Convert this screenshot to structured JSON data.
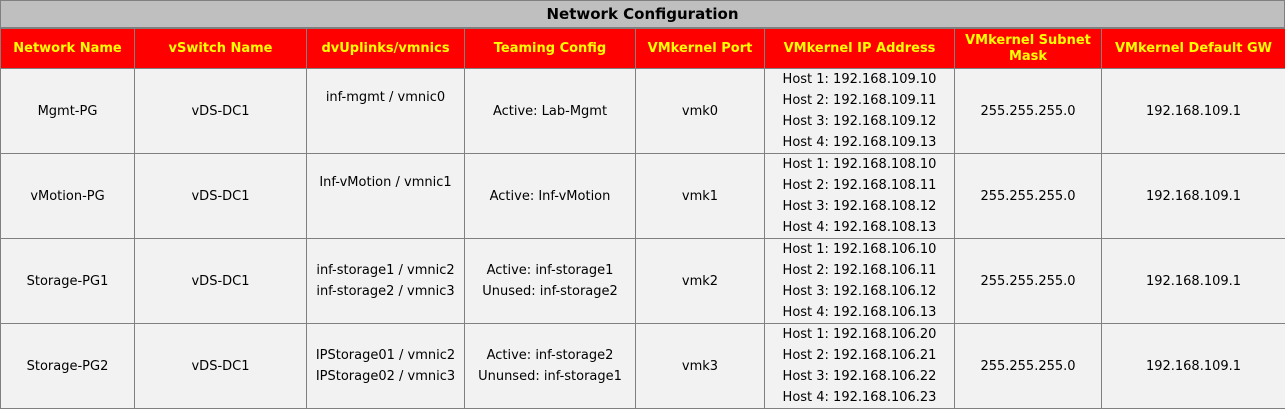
{
  "title": "Network Configuration",
  "headers": [
    "Network Name",
    "vSwitch Name",
    "dvUplinks/vmnics",
    "Teaming Config",
    "VMkernel Port",
    "VMkernel IP Address",
    "VMkernel Subnet Mask",
    "VMkernel Default GW"
  ],
  "rows": [
    {
      "network": "Mgmt-PG",
      "vswitch": "vDS-DC1",
      "uplinks": [
        "inf-mgmt / vmnic0"
      ],
      "teaming": [
        "Active: Lab-Mgmt"
      ],
      "port": "vmk0",
      "ips": [
        "Host 1: 192.168.109.10",
        "Host 2: 192.168.109.11",
        "Host 3: 192.168.109.12",
        "Host 4: 192.168.109.13"
      ],
      "mask": "255.255.255.0",
      "gw": "192.168.109.1"
    },
    {
      "network": "vMotion-PG",
      "vswitch": "vDS-DC1",
      "uplinks": [
        "Inf-vMotion / vmnic1"
      ],
      "teaming": [
        "Active: Inf-vMotion"
      ],
      "port": "vmk1",
      "ips": [
        "Host 1: 192.168.108.10",
        "Host 2: 192.168.108.11",
        "Host 3: 192.168.108.12",
        "Host 4: 192.168.108.13"
      ],
      "mask": "255.255.255.0",
      "gw": "192.168.109.1"
    },
    {
      "network": "Storage-PG1",
      "vswitch": "vDS-DC1",
      "uplinks": [
        "inf-storage1 / vmnic2",
        "inf-storage2 / vmnic3"
      ],
      "teaming": [
        "Active: inf-storage1",
        "Unused: inf-storage2"
      ],
      "port": "vmk2",
      "ips": [
        "Host 1: 192.168.106.10",
        "Host 2: 192.168.106.11",
        "Host 3: 192.168.106.12",
        "Host 4: 192.168.106.13"
      ],
      "mask": "255.255.255.0",
      "gw": "192.168.109.1"
    },
    {
      "network": "Storage-PG2",
      "vswitch": "vDS-DC1",
      "uplinks": [
        "IPStorage01 / vmnic2",
        "IPStorage02 / vmnic3"
      ],
      "teaming": [
        "Active: inf-storage2",
        "Ununsed: inf-storage1"
      ],
      "port": "vmk3",
      "ips": [
        "Host 1: 192.168.106.20",
        "Host 2: 192.168.106.21",
        "Host 3: 192.168.106.22",
        "Host 4: 192.168.106.23"
      ],
      "mask": "255.255.255.0",
      "gw": "192.168.109.1"
    }
  ],
  "colors": {
    "header_bg": "#ff0000",
    "header_text": "#ffff00",
    "title_bg": "#bfbfbf",
    "cell_bg": "#f2f2f2",
    "border": "#808080"
  }
}
